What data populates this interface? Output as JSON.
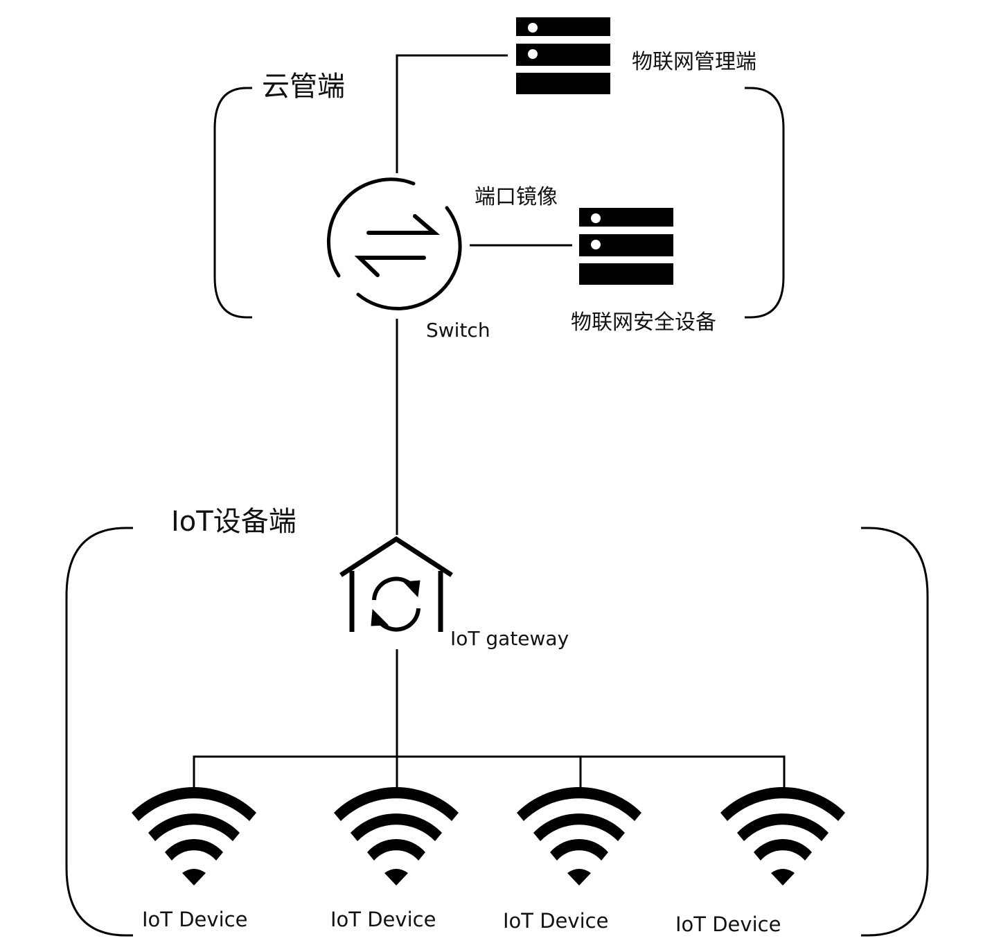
{
  "cloud_section": {
    "title": "云管端",
    "management_server_label": "物联网管理端",
    "port_mirror_label": "端口镜像",
    "security_device_label": "物联网安全设备",
    "switch_label": "Switch"
  },
  "device_section": {
    "title": "IoT设备端",
    "gateway_label": "IoT gateway",
    "devices": [
      {
        "label": "IoT Device",
        "icon": "wifi-icon"
      },
      {
        "label": "IoT Device",
        "icon": "wifi-icon"
      },
      {
        "label": "IoT Device",
        "icon": "wifi-icon"
      },
      {
        "label": "IoT Device",
        "icon": "wifi-icon"
      }
    ]
  },
  "icons": {
    "server": "server-icon",
    "switch": "switch-icon",
    "gateway": "gateway-house-icon"
  },
  "colors": {
    "stroke": "#000000",
    "background": "#ffffff"
  }
}
